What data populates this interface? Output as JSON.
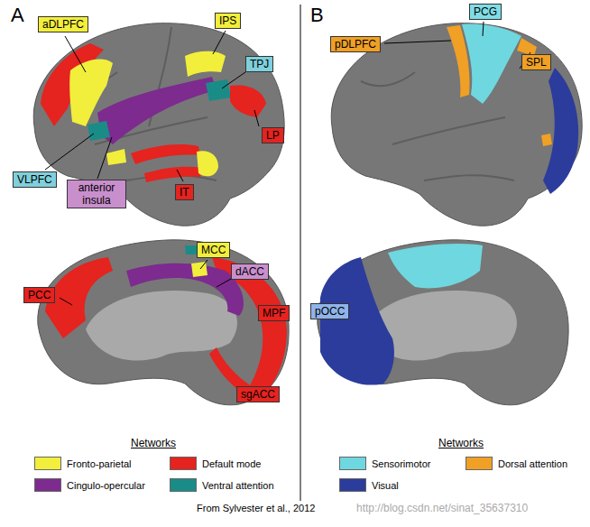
{
  "diagram": {
    "caption": "From Sylvester et al., 2012",
    "nodes": [
      {
        "text": [
          "aDLPFC"
        ]
      },
      {
        "text": [
          "IPS"
        ]
      },
      {
        "text": [
          "TPJ"
        ]
      },
      {
        "text": [
          "LP"
        ]
      },
      {
        "text": [
          "VLPFC"
        ]
      },
      {
        "text": [
          "anterior insula"
        ]
      },
      {
        "text": [
          "IT"
        ]
      },
      {
        "text": [
          "MCC"
        ]
      },
      {
        "text": [
          "dACC"
        ]
      },
      {
        "text": [
          "PCC"
        ]
      },
      {
        "text": [
          "MPF"
        ]
      },
      {
        "text": [
          "sgACC"
        ]
      },
      {
        "text": [
          "PCG"
        ]
      },
      {
        "text": [
          "pDLPFC"
        ]
      },
      {
        "text": [
          "SPL"
        ]
      },
      {
        "text": [
          "pOCC"
        ]
      }
    ],
    "labels": [
      "A",
      "B",
      "Networks",
      "Networks",
      "http://blog.csdn.net/sinat_35637310"
    ],
    "legend": [
      {
        "text": "Fronto-parietal",
        "color": "#f2ee3c"
      },
      {
        "text": "Default mode",
        "color": "#e5231f"
      },
      {
        "text": "Cingulo-opercular",
        "color": "#7d2b8f"
      },
      {
        "text": "Ventral attention",
        "color": "#1a8c88"
      },
      {
        "text": "Sensorimotor",
        "color": "#6fd7df"
      },
      {
        "text": "Dorsal attention",
        "color": "#f0a025"
      },
      {
        "text": "Visual",
        "color": "#2c3c9c"
      }
    ]
  }
}
